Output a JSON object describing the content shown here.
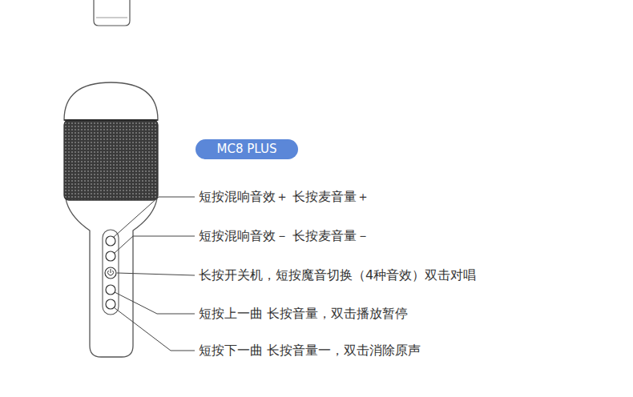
{
  "diagram": {
    "nodes": [
      {
        "text": [
          "MC8 PLUS"
        ]
      }
    ],
    "labels": [
      "短按混响音效＋ 长按麦音量＋",
      "短按混响音效－ 长按麦音量－",
      "长按开关机，短按魔音切换（4种音效）双击对唱",
      "短按上一曲 长按音量，双击播放暂停",
      "短按下一曲 长按音量一，双击消除原声"
    ]
  }
}
